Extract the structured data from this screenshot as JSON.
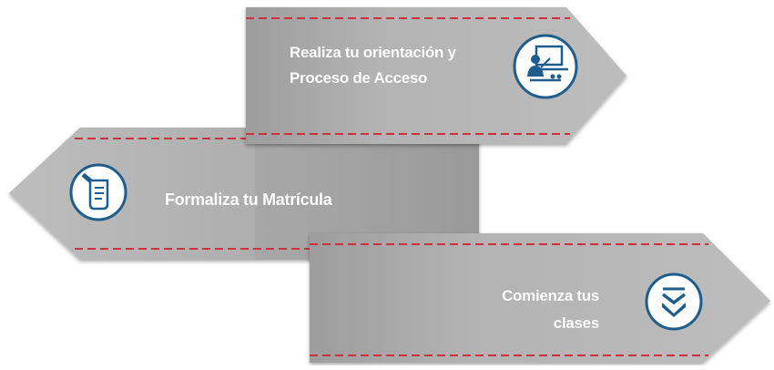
{
  "colors": {
    "arrow_light": "#b7b7b7",
    "arrow_dark": "#9c9c9c",
    "arrow_shadow": "#8a8a8a",
    "dashed_line": "#c9333a",
    "icon_blue": "#1f5d8c",
    "icon_circle_fill": "#ffffff",
    "text": "#ffffff"
  },
  "steps": [
    {
      "lines": [
        "Realiza tu orientación y",
        "Proceso de Acceso"
      ],
      "icon": "presentation-teacher-icon",
      "direction": "right"
    },
    {
      "lines": [
        "Formaliza tu Matrícula"
      ],
      "icon": "document-pen-icon",
      "direction": "left"
    },
    {
      "lines": [
        "Comienza tus",
        "clases"
      ],
      "icon": "chevrons-down-icon",
      "direction": "right"
    }
  ]
}
